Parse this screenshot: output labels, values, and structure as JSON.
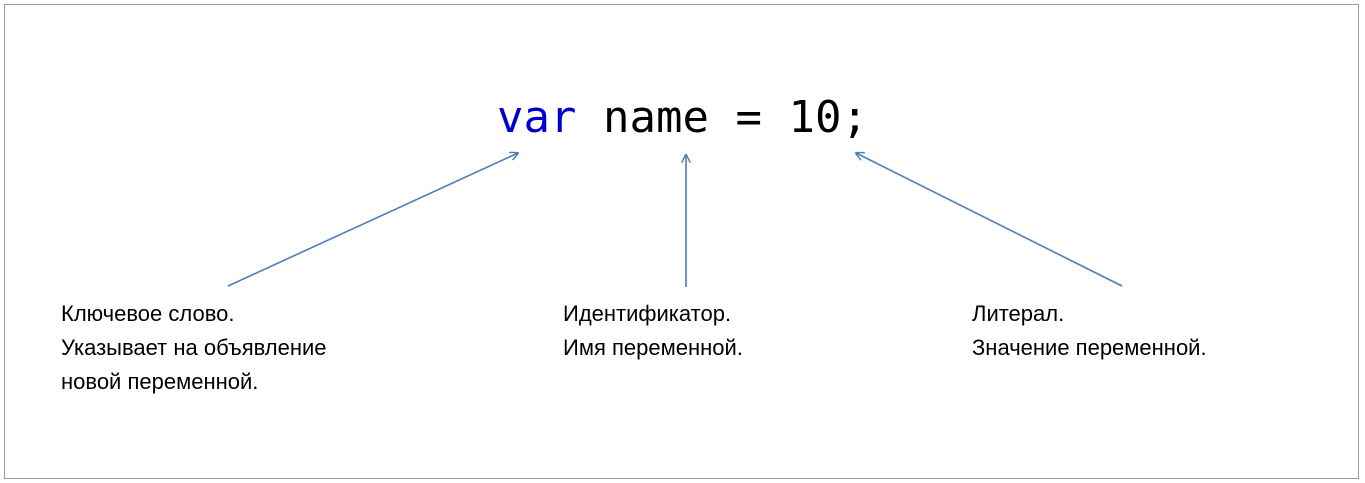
{
  "code": {
    "keyword": "var",
    "identifier": "name",
    "operator": "=",
    "literal": "10",
    "terminator": ";"
  },
  "colors": {
    "keyword": "#0000cc",
    "arrow": "#4a7ebb",
    "border": "#9a9a9a"
  },
  "annotations": {
    "keyword": {
      "line1": "Ключевое слово.",
      "line2": "Указывает на объявление",
      "line3": "новой переменной."
    },
    "identifier": {
      "line1": "Идентификатор.",
      "line2": "Имя переменной."
    },
    "literal": {
      "line1": "Литерал.",
      "line2": "Значение переменной."
    }
  }
}
